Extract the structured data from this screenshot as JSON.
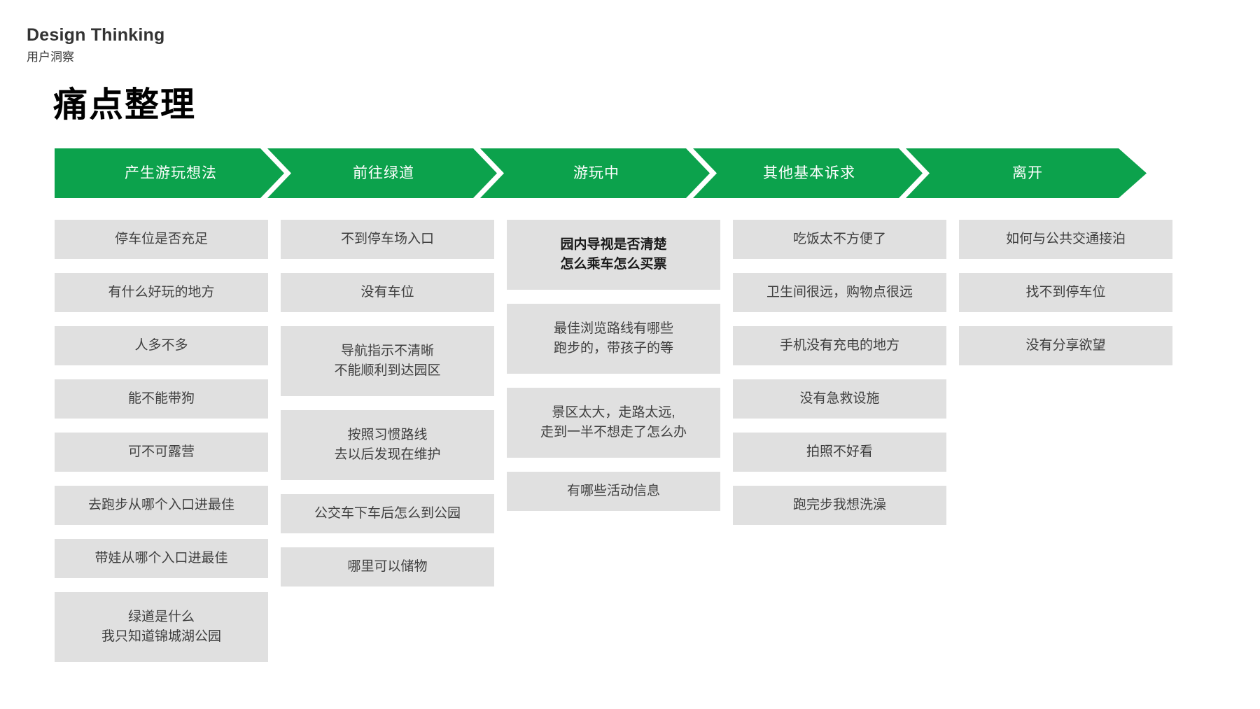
{
  "header": {
    "title": "Design Thinking",
    "subtitle": "用户洞察"
  },
  "page_title": "痛点整理",
  "theme": {
    "accent_green": "#0CA24C",
    "card_gray": "#E0E0E0",
    "card_text": "#3F3F3F",
    "background": "#FFFFFF"
  },
  "stages": [
    {
      "label": "产生游玩想法"
    },
    {
      "label": "前往绿道"
    },
    {
      "label": "游玩中"
    },
    {
      "label": "其他基本诉求"
    },
    {
      "label": "离开"
    }
  ],
  "columns": [
    {
      "stage": "产生游玩想法",
      "cards": [
        {
          "text": "停车位是否充足",
          "lines": 1
        },
        {
          "text": "有什么好玩的地方",
          "lines": 1
        },
        {
          "text": "人多不多",
          "lines": 1
        },
        {
          "text": "能不能带狗",
          "lines": 1
        },
        {
          "text": "可不可露营",
          "lines": 1
        },
        {
          "text": "去跑步从哪个入口进最佳",
          "lines": 1
        },
        {
          "text": "带娃从哪个入口进最佳",
          "lines": 1
        },
        {
          "text": "绿道是什么\n我只知道锦城湖公园",
          "lines": 2
        }
      ]
    },
    {
      "stage": "前往绿道",
      "cards": [
        {
          "text": "不到停车场入口",
          "lines": 1
        },
        {
          "text": "没有车位",
          "lines": 1
        },
        {
          "text": "导航指示不清晰\n不能顺利到达园区",
          "lines": 2
        },
        {
          "text": "按照习惯路线\n去以后发现在维护",
          "lines": 2
        },
        {
          "text": "公交车下车后怎么到公园",
          "lines": 1
        },
        {
          "text": "哪里可以储物",
          "lines": 1
        }
      ]
    },
    {
      "stage": "游玩中",
      "cards": [
        {
          "text": "园内导视是否清楚\n怎么乘车怎么买票",
          "lines": 2,
          "emphasis": true
        },
        {
          "text": "最佳浏览路线有哪些\n跑步的，带孩子的等",
          "lines": 2
        },
        {
          "text": "景区太大，走路太远,\n走到一半不想走了怎么办",
          "lines": 2
        },
        {
          "text": "有哪些活动信息",
          "lines": 1
        }
      ]
    },
    {
      "stage": "其他基本诉求",
      "cards": [
        {
          "text": "吃饭太不方便了",
          "lines": 1
        },
        {
          "text": "卫生间很远，购物点很远",
          "lines": 1
        },
        {
          "text": "手机没有充电的地方",
          "lines": 1
        },
        {
          "text": "没有急救设施",
          "lines": 1
        },
        {
          "text": "拍照不好看",
          "lines": 1
        },
        {
          "text": "跑完步我想洗澡",
          "lines": 1
        }
      ]
    },
    {
      "stage": "离开",
      "cards": [
        {
          "text": "如何与公共交通接泊",
          "lines": 1
        },
        {
          "text": "找不到停车位",
          "lines": 1
        },
        {
          "text": "没有分享欲望",
          "lines": 1
        }
      ]
    }
  ]
}
